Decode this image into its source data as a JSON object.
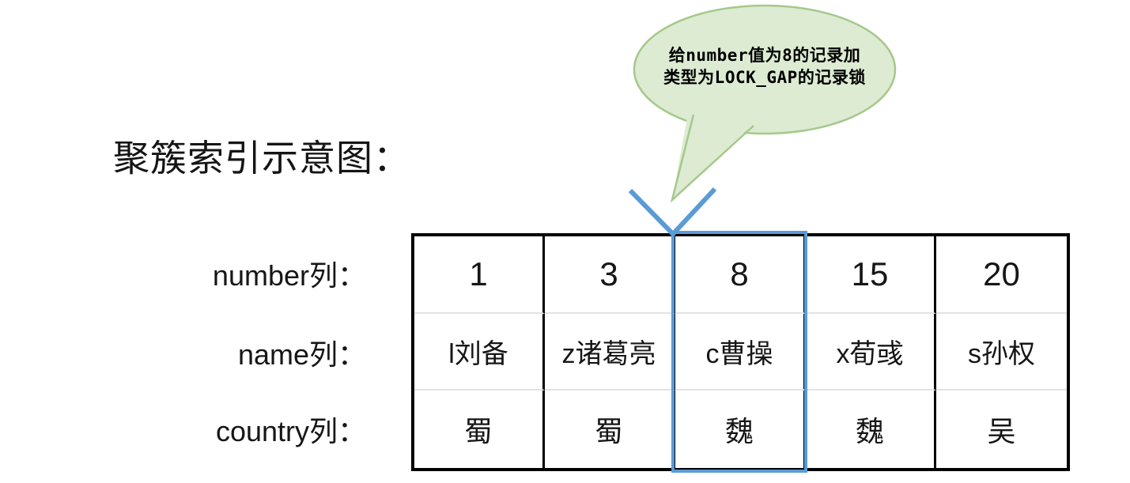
{
  "title": "聚簇索引示意图：",
  "callout": {
    "line1": "给number值为8的记录加",
    "line2": "类型为LOCK_GAP的记录锁"
  },
  "row_labels": {
    "number": "number列：",
    "name": "name列：",
    "country": "country列："
  },
  "table": {
    "highlighted_column_index": 2,
    "number": [
      "1",
      "3",
      "8",
      "15",
      "20"
    ],
    "name": [
      "l刘备",
      "z诸葛亮",
      "c曹操",
      "x荀彧",
      "s孙权"
    ],
    "country": [
      "蜀",
      "蜀",
      "魏",
      "魏",
      "吴"
    ]
  },
  "icons": {
    "gap_pointer": "v-pointer-icon"
  },
  "colors": {
    "highlight_blue": "#5b9bd5",
    "bubble_fill": "#dcebd2",
    "bubble_stroke": "#a5c88b",
    "table_border": "#000000",
    "row_divider": "#e3e3e3"
  }
}
